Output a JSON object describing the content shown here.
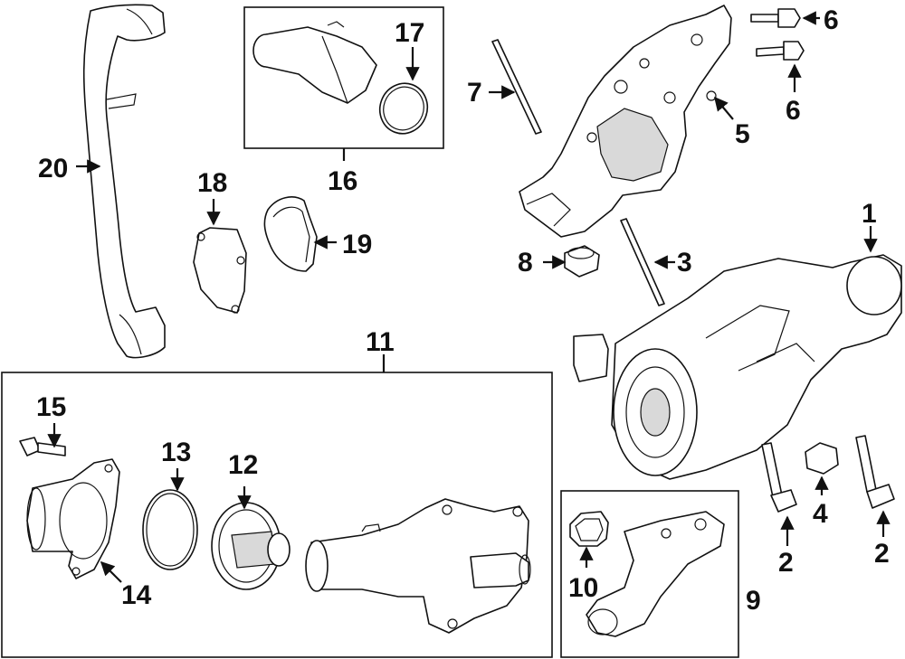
{
  "callouts": {
    "c1": "1",
    "c2a": "2",
    "c2b": "2",
    "c3": "3",
    "c4": "4",
    "c5": "5",
    "c6a": "6",
    "c6b": "6",
    "c7": "7",
    "c8": "8",
    "c9": "9",
    "c10": "10",
    "c11": "11",
    "c12": "12",
    "c13": "13",
    "c14": "14",
    "c15": "15",
    "c16": "16",
    "c17": "17",
    "c18": "18",
    "c19": "19",
    "c20": "20"
  }
}
